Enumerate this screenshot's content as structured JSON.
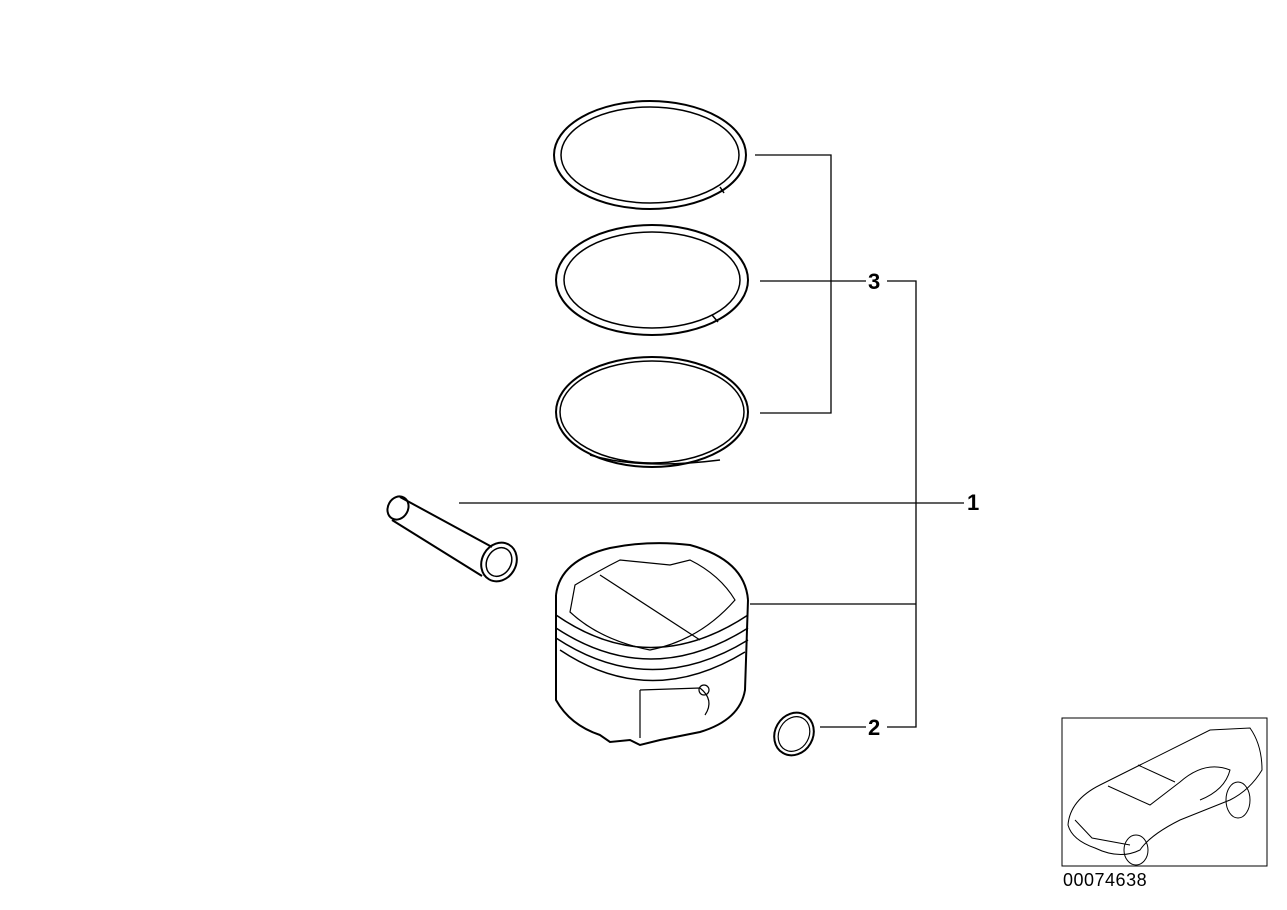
{
  "diagram": {
    "callouts": [
      {
        "number": "1",
        "part": "piston-with-pin"
      },
      {
        "number": "2",
        "part": "circlip"
      },
      {
        "number": "3",
        "part": "piston-ring-set"
      }
    ],
    "illustration_code": "00074638"
  },
  "colors": {
    "line": "#000000",
    "background": "#ffffff"
  }
}
